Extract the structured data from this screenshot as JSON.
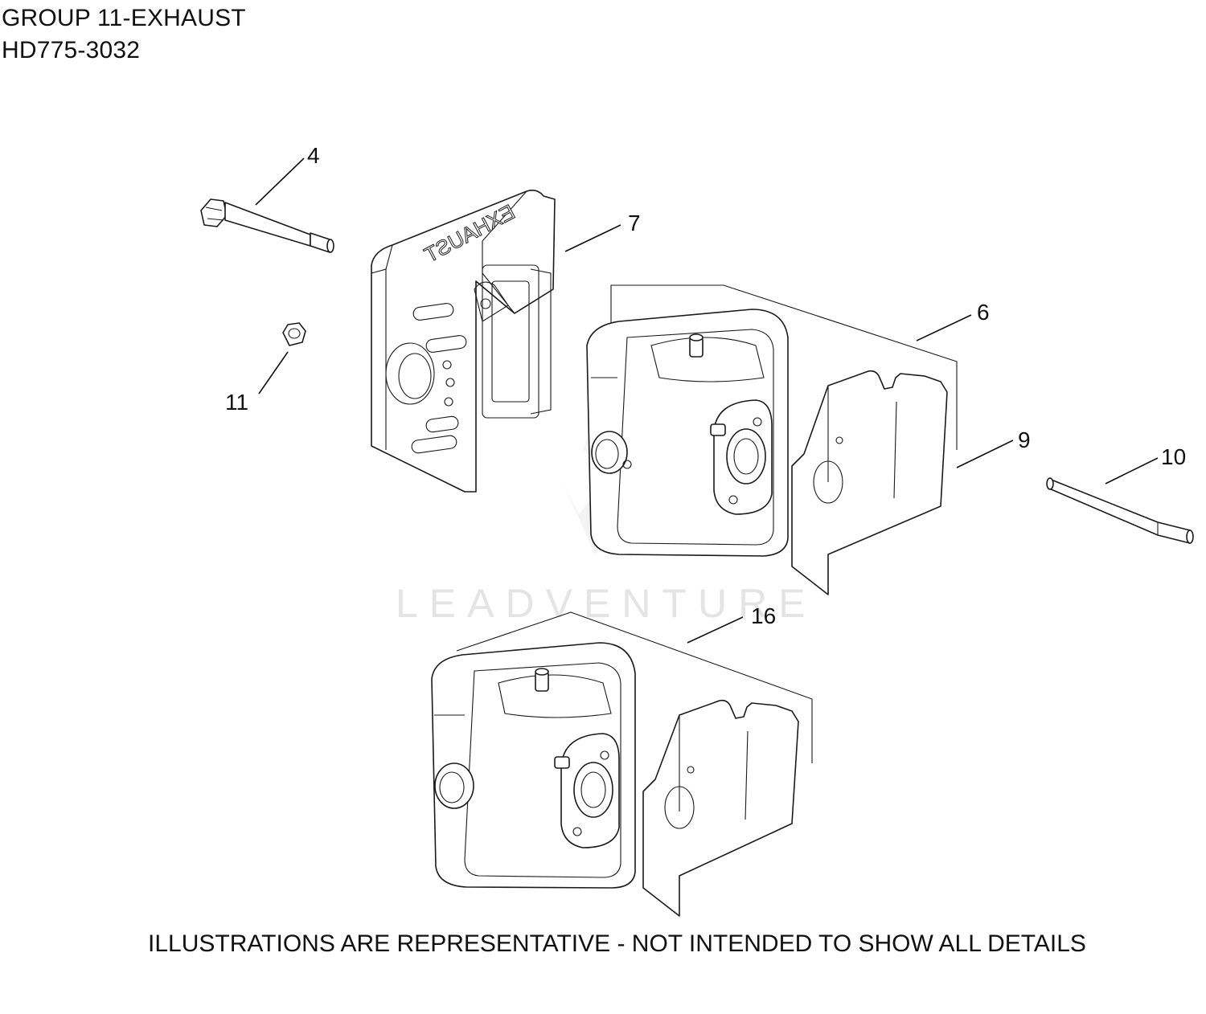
{
  "header": {
    "title": "GROUP 11-EXHAUST",
    "model": "HD775-3032"
  },
  "callouts": {
    "c4": "4",
    "c7": "7",
    "c6": "6",
    "c11": "11",
    "c9": "9",
    "c10": "10",
    "c16": "16"
  },
  "watermark": "LEADVENTURE",
  "heat_shield_embossed_text": "EXHAUST",
  "footer": "ILLUSTRATIONS ARE REPRESENTATIVE - NOT INTENDED TO SHOW ALL DETAILS"
}
